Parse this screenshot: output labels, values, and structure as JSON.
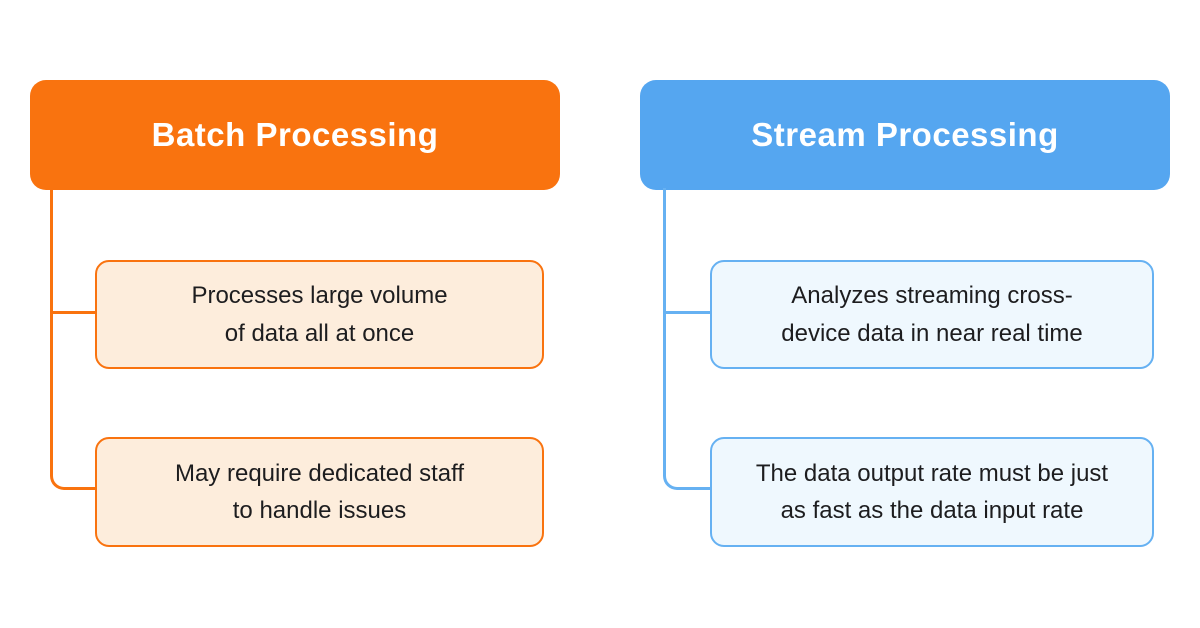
{
  "diagram": {
    "background": "#ffffff",
    "columns": [
      {
        "title": "Batch Processing",
        "accent": "#F9730F",
        "fill_light": "#FDEDDC",
        "connector_color": "#F9730F",
        "items": [
          "Processes large volume\nof data all at once",
          "May require dedicated staff\nto handle issues"
        ]
      },
      {
        "title": "Stream Processing",
        "accent": "#55A6F0",
        "border_light": "#66B1F2",
        "fill_light": "#EFF8FE",
        "connector_color": "#66B1F2",
        "items": [
          "Analyzes streaming cross-\ndevice data in near real time",
          "The data output rate must be just\nas fast as the data input rate"
        ]
      }
    ]
  }
}
